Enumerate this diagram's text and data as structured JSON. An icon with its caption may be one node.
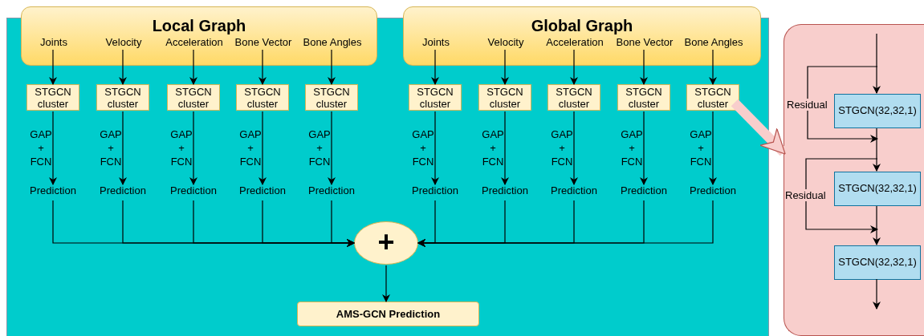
{
  "diagram": {
    "nodes": [
      {
        "text": [
          "Local Graph"
        ]
      },
      {
        "text": [
          "Joints"
        ],
        "in": 0
      },
      {
        "text": [
          "Velocity"
        ],
        "in": 0
      },
      {
        "text": [
          "Acceleration"
        ],
        "in": 0
      },
      {
        "text": [
          "Bone Vector"
        ],
        "in": 0
      },
      {
        "text": [
          "Bone Angles"
        ],
        "in": 0
      },
      {
        "text": [
          "Global Graph"
        ]
      },
      {
        "text": [
          "Joints"
        ],
        "in": 6
      },
      {
        "text": [
          "Velocity"
        ],
        "in": 6
      },
      {
        "text": [
          "Acceleration"
        ],
        "in": 6
      },
      {
        "text": [
          "Bone Vector"
        ],
        "in": 6
      },
      {
        "text": [
          "Bone Angles"
        ],
        "in": 6
      },
      {
        "text": [
          "STGCN cluster"
        ]
      },
      {
        "text": [
          "STGCN cluster"
        ]
      },
      {
        "text": [
          "STGCN cluster"
        ]
      },
      {
        "text": [
          "STGCN cluster"
        ]
      },
      {
        "text": [
          "STGCN cluster"
        ]
      },
      {
        "text": [
          "STGCN cluster"
        ]
      },
      {
        "text": [
          "STGCN cluster"
        ]
      },
      {
        "text": [
          "STGCN cluster"
        ]
      },
      {
        "text": [
          "STGCN cluster"
        ]
      },
      {
        "text": [
          "STGCN cluster"
        ]
      },
      {
        "text": [
          "Prediction"
        ]
      },
      {
        "text": [
          "Prediction"
        ]
      },
      {
        "text": [
          "Prediction"
        ]
      },
      {
        "text": [
          "Prediction"
        ]
      },
      {
        "text": [
          "Prediction"
        ]
      },
      {
        "text": [
          "Prediction"
        ]
      },
      {
        "text": [
          "Prediction"
        ]
      },
      {
        "text": [
          "Prediction"
        ]
      },
      {
        "text": [
          "Prediction"
        ]
      },
      {
        "text": [
          "Prediction"
        ]
      },
      {
        "text": [
          "+"
        ]
      },
      {
        "text": [
          "AMS-GCN Prediction"
        ]
      },
      {
        "text": [],
        "shape": "box"
      },
      {
        "text": [
          "STGCN(32,32,1)"
        ],
        "in": 34
      },
      {
        "text": [
          "STGCN(32,32,1)"
        ],
        "in": 34
      },
      {
        "text": [
          "STGCN(32,32,1)"
        ],
        "in": 34
      }
    ],
    "edges": [
      {
        "from": 1,
        "to": 12,
        "arrow": "to"
      },
      {
        "from": 2,
        "to": 13,
        "arrow": "to"
      },
      {
        "from": 3,
        "to": 14,
        "arrow": "to"
      },
      {
        "from": 4,
        "to": 15,
        "arrow": "to"
      },
      {
        "from": 5,
        "to": 16,
        "arrow": "to"
      },
      {
        "from": 7,
        "to": 17,
        "arrow": "to"
      },
      {
        "from": 8,
        "to": 18,
        "arrow": "to"
      },
      {
        "from": 9,
        "to": 19,
        "arrow": "to"
      },
      {
        "from": 10,
        "to": 20,
        "arrow": "to"
      },
      {
        "from": 11,
        "to": 21,
        "arrow": "to"
      },
      {
        "from": 12,
        "to": 22,
        "arrow": "to",
        "label": "GAP + FCN"
      },
      {
        "from": 13,
        "to": 23,
        "arrow": "to",
        "label": "GAP + FCN"
      },
      {
        "from": 14,
        "to": 24,
        "arrow": "to",
        "label": "GAP + FCN"
      },
      {
        "from": 15,
        "to": 25,
        "arrow": "to",
        "label": "GAP + FCN"
      },
      {
        "from": 16,
        "to": 26,
        "arrow": "to",
        "label": "GAP + FCN"
      },
      {
        "from": 17,
        "to": 27,
        "arrow": "to",
        "label": "GAP + FCN"
      },
      {
        "from": 18,
        "to": 28,
        "arrow": "to",
        "label": "GAP + FCN"
      },
      {
        "from": 19,
        "to": 29,
        "arrow": "to",
        "label": "GAP + FCN"
      },
      {
        "from": 20,
        "to": 30,
        "arrow": "to",
        "label": "GAP + FCN"
      },
      {
        "from": 21,
        "to": 31,
        "arrow": "to",
        "label": "GAP + FCN"
      },
      {
        "from": 22,
        "to": 32,
        "arrow": "to"
      },
      {
        "from": 23,
        "to": 32,
        "arrow": "to"
      },
      {
        "from": 24,
        "to": 32,
        "arrow": "to"
      },
      {
        "from": 25,
        "to": 32,
        "arrow": "to"
      },
      {
        "from": 26,
        "to": 32,
        "arrow": "to"
      },
      {
        "from": 27,
        "to": 32,
        "arrow": "to"
      },
      {
        "from": 28,
        "to": 32,
        "arrow": "to"
      },
      {
        "from": 29,
        "to": 32,
        "arrow": "to"
      },
      {
        "from": 30,
        "to": 32,
        "arrow": "to"
      },
      {
        "from": 31,
        "to": 32,
        "arrow": "to"
      },
      {
        "from": 32,
        "to": 33,
        "arrow": "to"
      },
      {
        "from": 21,
        "to": 34,
        "arrow": "to",
        "style": "thick",
        "color": "#f8cecc"
      },
      {
        "from": null,
        "to": 35,
        "arrow": "to"
      },
      {
        "from": 35,
        "to": 36,
        "arrow": "to"
      },
      {
        "from": 36,
        "to": 37,
        "arrow": "to"
      },
      {
        "from": 37,
        "to": null,
        "arrow": "to"
      }
    ],
    "labels": [
      "Residual",
      "Residual"
    ]
  }
}
